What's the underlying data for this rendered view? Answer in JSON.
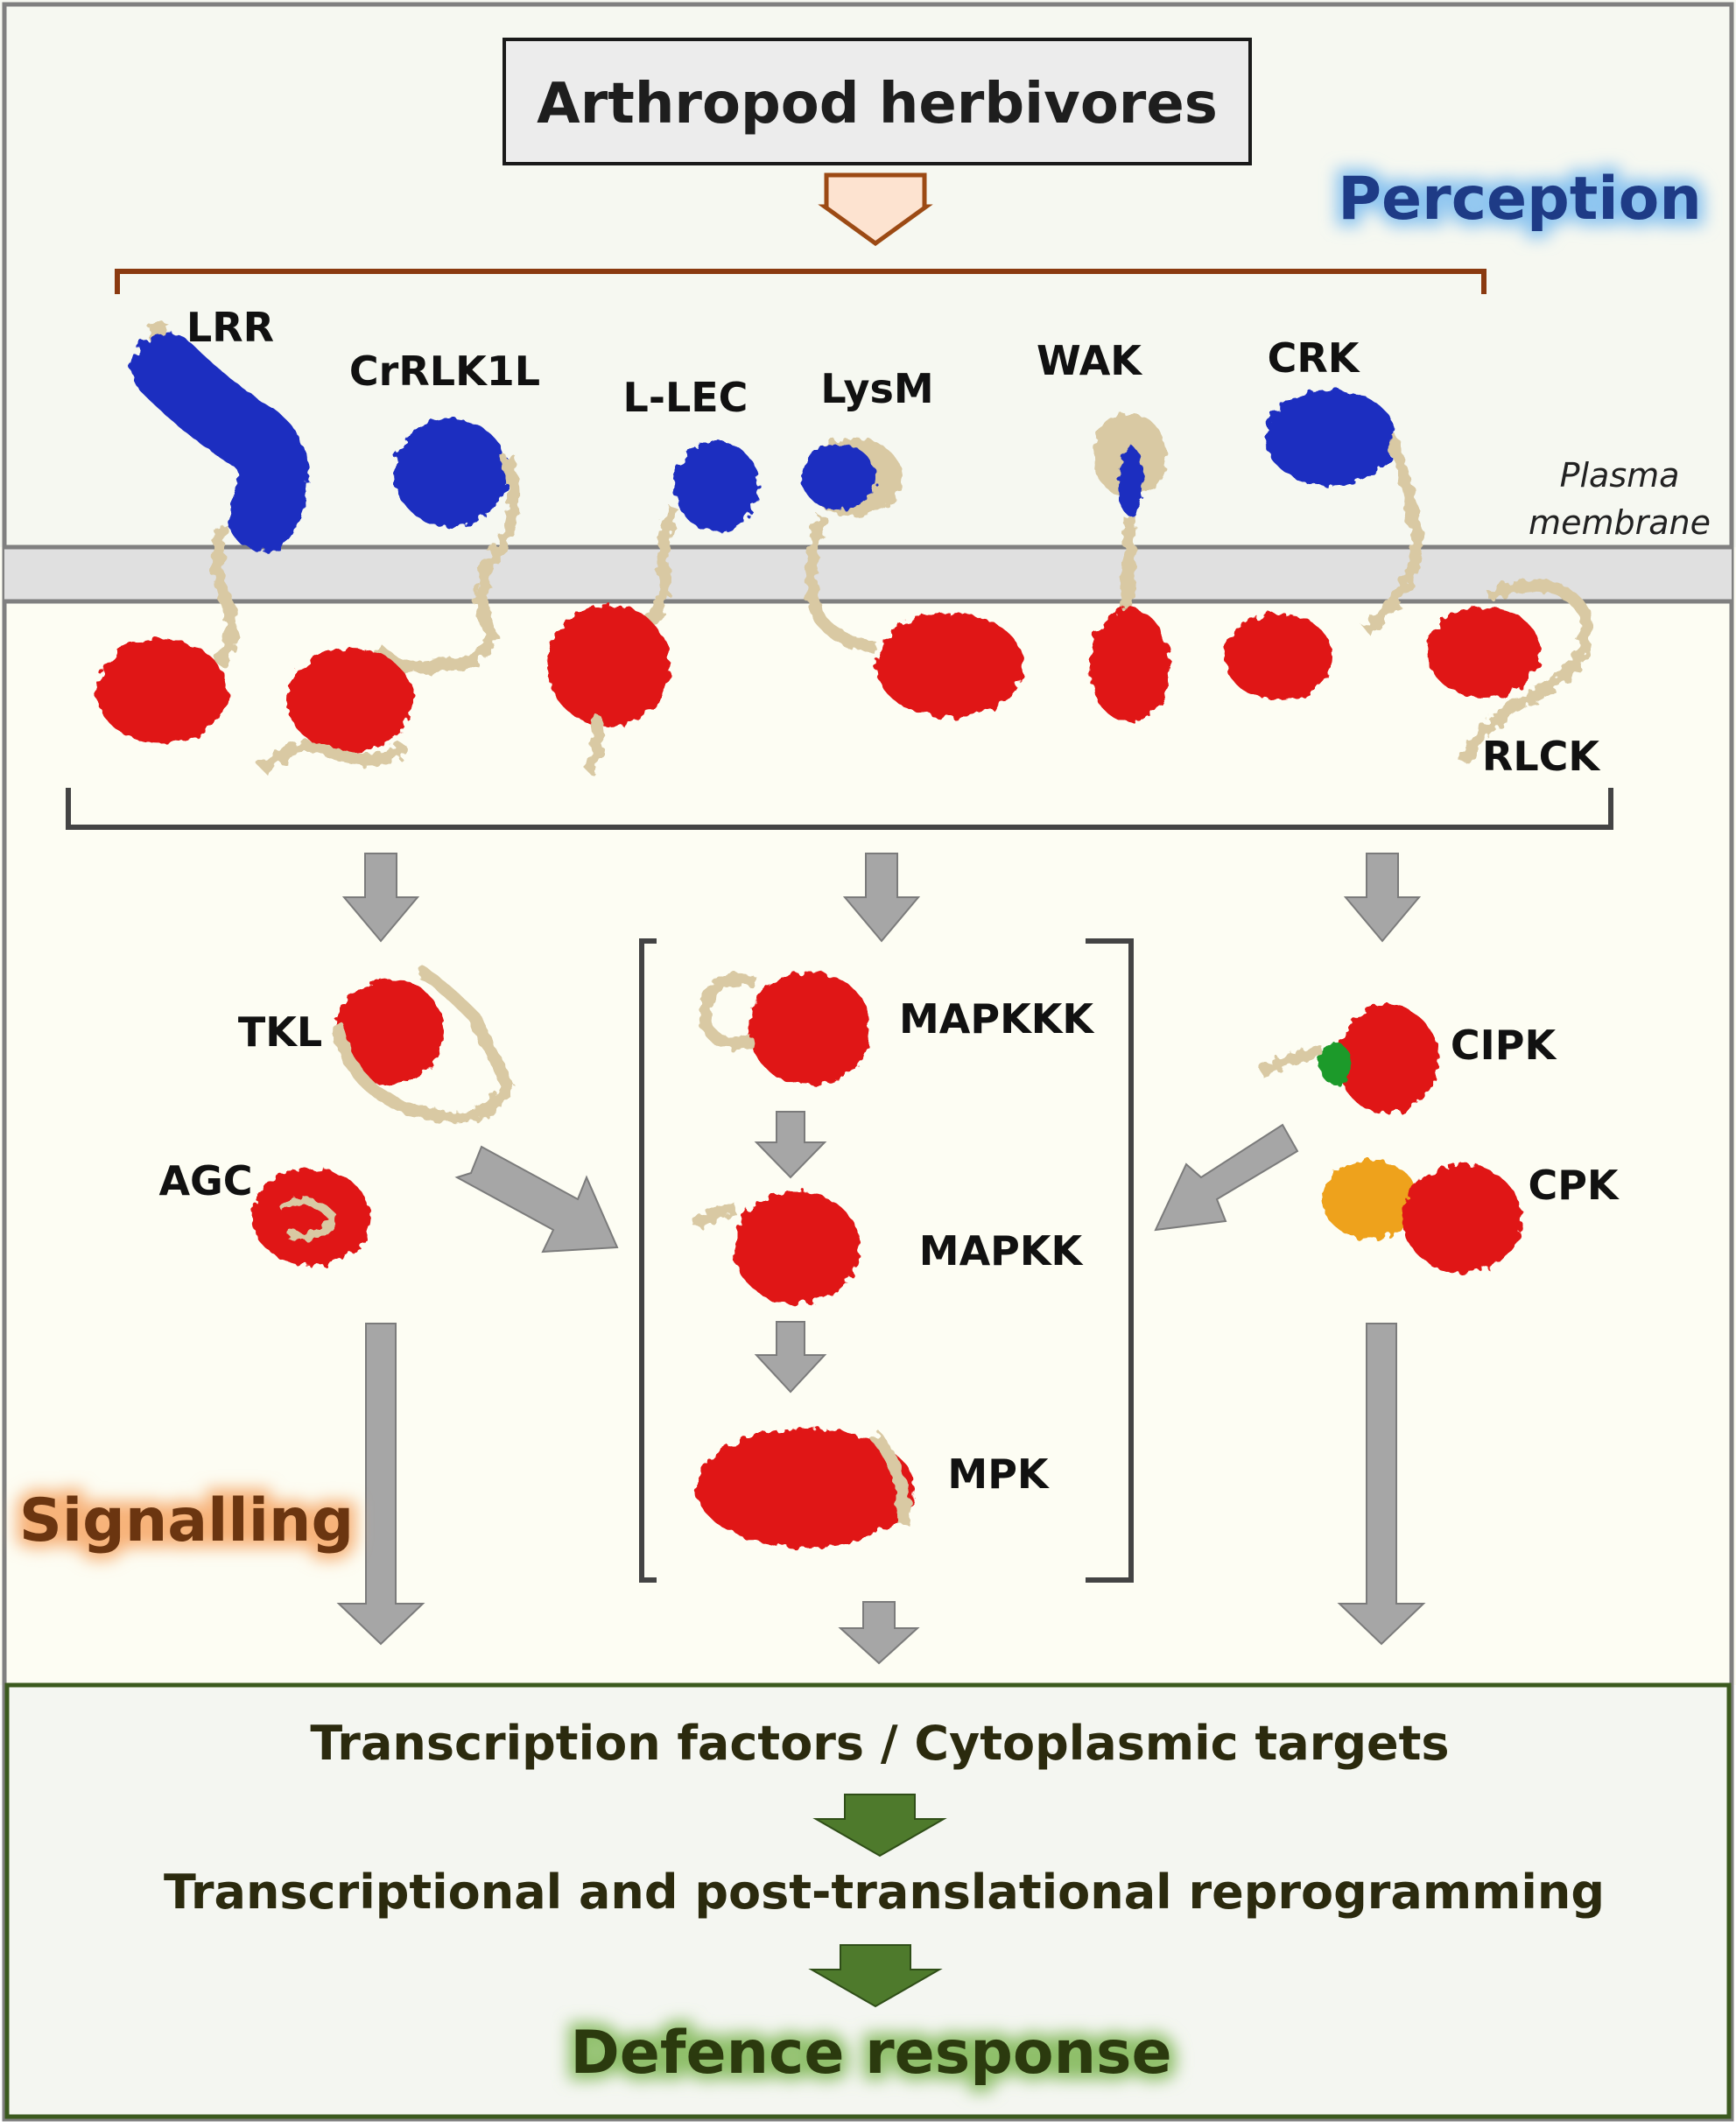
{
  "title": "Arthropod herbivores",
  "sections": {
    "perception": "Perception",
    "signalling": "Signalling"
  },
  "membrane": {
    "line1": "Plasma",
    "line2": "membrane"
  },
  "receptors": [
    "LRR",
    "CrRLK1L",
    "L-LEC",
    "LysM",
    "WAK",
    "CRK"
  ],
  "rlck": "RLCK",
  "kinases": {
    "left": [
      "TKL",
      "AGC"
    ],
    "center": [
      "MAPKKK",
      "MAPKK",
      "MPK"
    ],
    "right": [
      "CIPK",
      "CPK"
    ]
  },
  "outputs": {
    "step1": "Transcription factors / Cytoplasmic targets",
    "step2": "Transcriptional and post-translational reprogramming",
    "step3": "Defence response"
  },
  "colors": {
    "extracellular_domain": "#1f2fc0",
    "kinase_domain": "#e01414",
    "linker": "#d9c9a3",
    "cipk_motif": "#1e9a2a",
    "cpk_domain": "#eea21c",
    "arrow_grey": "#a6a6a6",
    "arrow_green": "#4e7a2c",
    "perception_glow": "#8cc4f0",
    "signalling_glow": "#f7b37a",
    "bracket_brown": "#8a3a10"
  }
}
